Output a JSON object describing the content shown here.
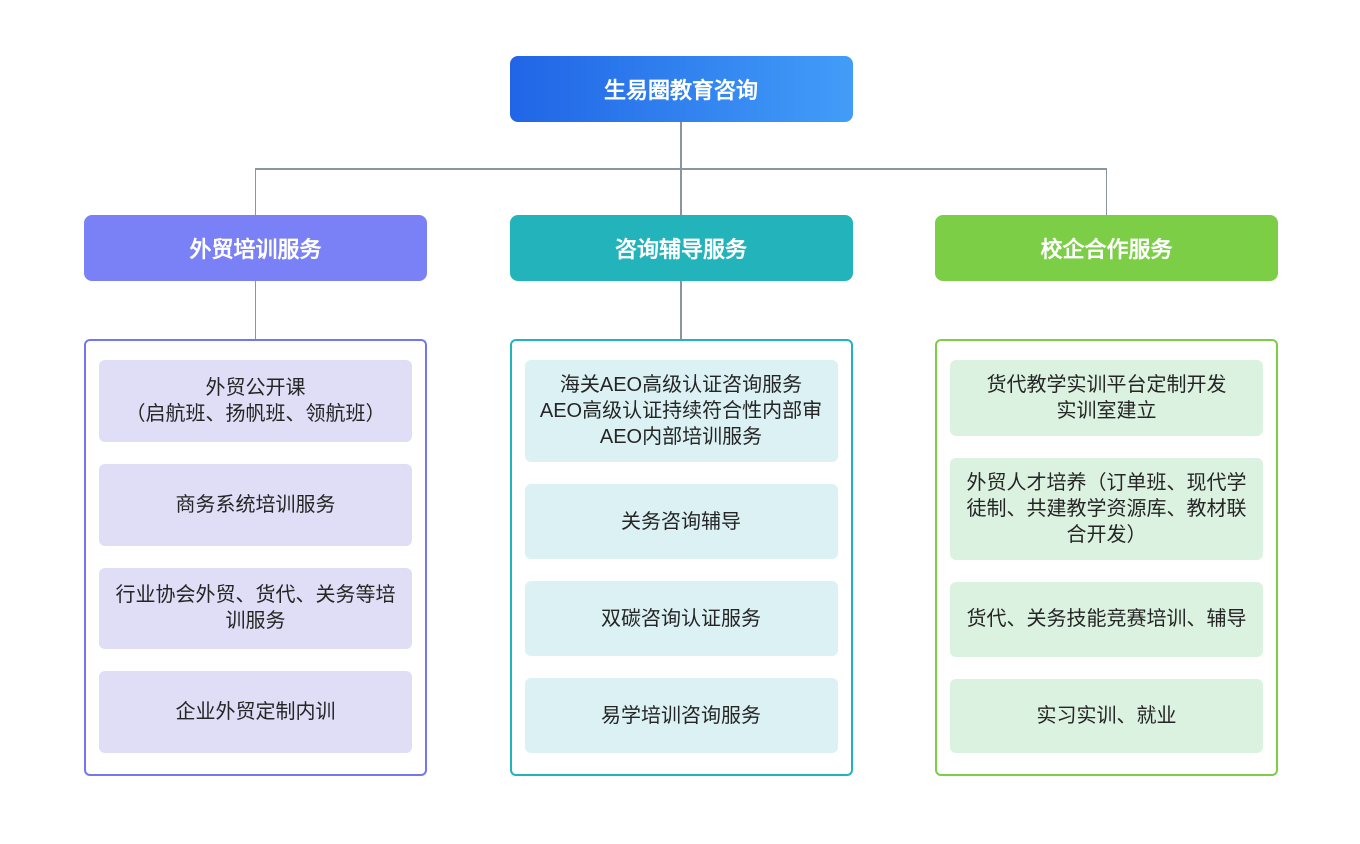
{
  "page": {
    "background": "#ffffff",
    "connector_color": "#8a94a3",
    "text_color": "#252525"
  },
  "root": {
    "label": "生易圈教育咨询",
    "gradient_from": "#2065e6",
    "gradient_to": "#429df8",
    "text_color": "#ffffff"
  },
  "columns": [
    {
      "header": {
        "label": "外贸培训服务",
        "bg": "#7a80f6"
      },
      "panel": {
        "border": "#7277ef",
        "item_bg": "#e0def6"
      },
      "items": [
        {
          "lines": [
            "外贸公开课",
            "（启航班、扬帆班、领航班）"
          ]
        },
        {
          "lines": [
            "商务系统培训服务"
          ]
        },
        {
          "lines": [
            "行业协会外贸、货代、关务等培训服务"
          ]
        },
        {
          "lines": [
            "企业外贸定制内训"
          ]
        }
      ]
    },
    {
      "header": {
        "label": "咨询辅导服务",
        "bg": "#23b3ba"
      },
      "panel": {
        "border": "#23b3ba",
        "item_bg": "#dbf1f4"
      },
      "items": [
        {
          "lines": [
            "海关AEO高级认证咨询服务",
            "AEO高级认证持续符合性内部审",
            "AEO内部培训服务"
          ]
        },
        {
          "lines": [
            "关务咨询辅导"
          ]
        },
        {
          "lines": [
            "双碳咨询认证服务"
          ]
        },
        {
          "lines": [
            "易学培训咨询服务"
          ]
        }
      ]
    },
    {
      "header": {
        "label": "校企合作服务",
        "bg": "#7bce45"
      },
      "panel": {
        "border": "#7bce45",
        "item_bg": "#dcf2e1"
      },
      "items": [
        {
          "lines": [
            "货代教学实训平台定制开发",
            "实训室建立"
          ]
        },
        {
          "lines": [
            "外贸人才培养（订单班、现代学徒制、共建教学资源库、教材联合开发）"
          ]
        },
        {
          "lines": [
            "货代、关务技能竞赛培训、辅导"
          ]
        },
        {
          "lines": [
            "实习实训、就业"
          ]
        }
      ]
    }
  ]
}
